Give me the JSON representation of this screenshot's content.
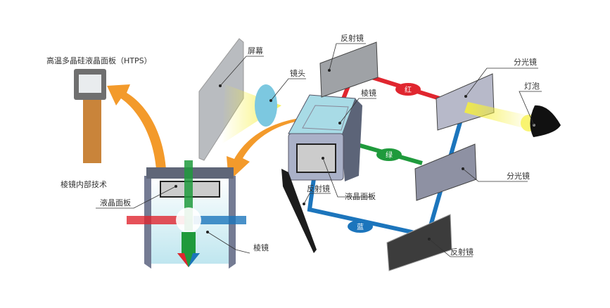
{
  "labels": {
    "htps": "高温多晶硅液晶面板（HTPS）",
    "prism_tech": "棱镜内部技术",
    "lcd_panel_inner": "液晶面板",
    "prism_inner": "棱镜",
    "screen": "屏幕",
    "lens": "镜头",
    "mirror_top": "反射镜",
    "prism": "棱镜",
    "dichroic_top": "分光镜",
    "bulb": "灯泡",
    "dichroic_mid": "分光镜",
    "mirror_left": "反射镜",
    "lcd_panel": "液晶面板",
    "mirror_bottom": "反射镜"
  },
  "beams": {
    "red": "红",
    "green": "绿",
    "blue": "蓝"
  },
  "colors": {
    "red": "#e0262f",
    "green": "#1f9a3c",
    "blue": "#1c75bc",
    "orange": "#f39a2b",
    "yellow": "#f6ef3a"
  }
}
